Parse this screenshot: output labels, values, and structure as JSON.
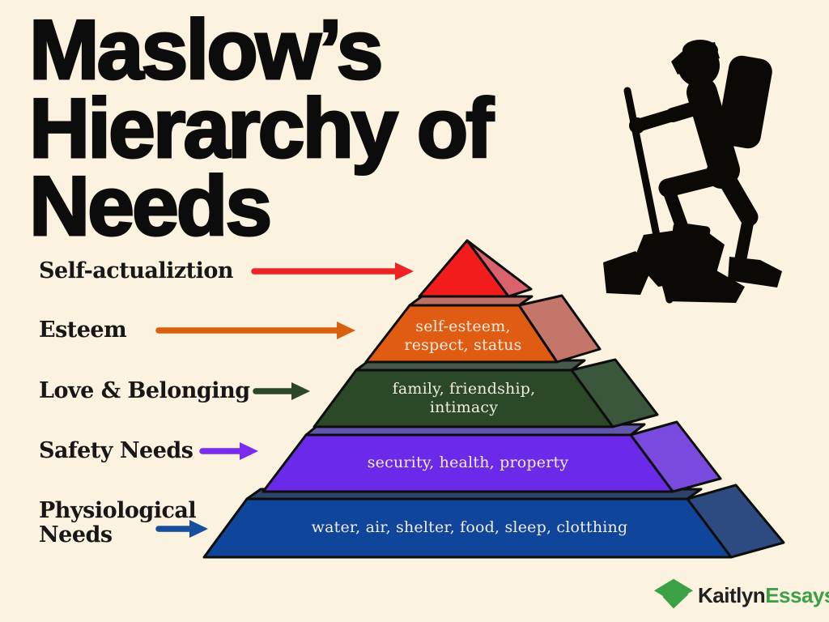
{
  "background_color": "#fbf3e0",
  "title": {
    "text": "Maslow’s Hierarchy of Needs"
  },
  "rows": [
    {
      "label": "Self-actualiztion",
      "arrow_color": "#ee2323"
    },
    {
      "label": "Esteem",
      "arrow_color": "#d8600f"
    },
    {
      "label": "Love & Belonging",
      "arrow_color": "#2a4727"
    },
    {
      "label": "Safety Needs",
      "arrow_color": "#7a2bf0"
    },
    {
      "label": "Physiological\nNeeds",
      "arrow_color": "#164f9d"
    }
  ],
  "pyramid": {
    "outline_color": "#0d0d0d",
    "text_color": "#f2ecdf",
    "levels": [
      {
        "items": "",
        "front_color": "#f21c1c",
        "side_color": "#d9626d",
        "top_color": ""
      },
      {
        "items": "self-esteem,\nrespect, status",
        "front_color": "#e05c12",
        "side_color": "#c4766b",
        "top_color": "#bd6f63"
      },
      {
        "items": "family, friendship,\nintimacy",
        "front_color": "#2b4827",
        "side_color": "#3b573b",
        "top_color": "#46584a"
      },
      {
        "items": "security, health, property",
        "front_color": "#6b29ea",
        "side_color": "#7a4ade",
        "top_color": "#6156ae"
      },
      {
        "items": "water, air, shelter, food, sleep, clotthing",
        "front_color": "#10459c",
        "side_color": "#2d4b80",
        "top_color": "#2e4169"
      }
    ]
  },
  "hiker": {
    "color": "#0b0905"
  },
  "logo": {
    "part1": "Kaitlyn",
    "part2": "Essays",
    "part1_color": "#20201e",
    "part2_color": "#3ba144",
    "icon_color": "#3ba144"
  }
}
